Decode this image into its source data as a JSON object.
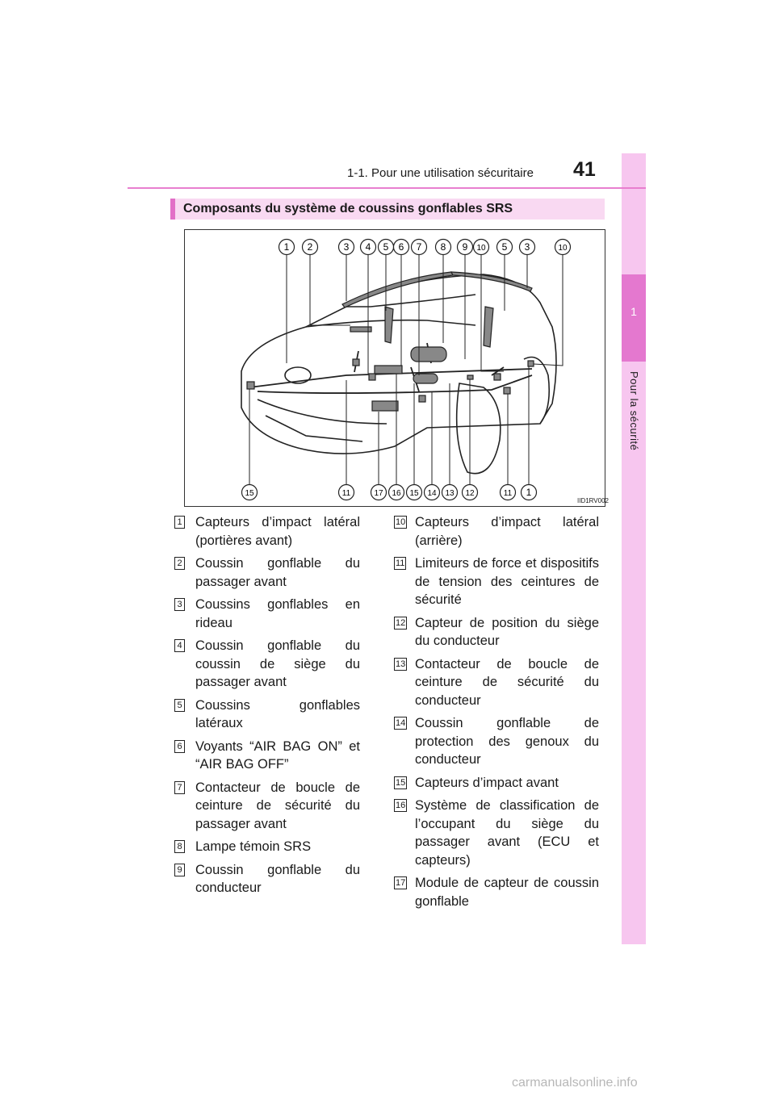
{
  "header": {
    "section_title": "1-1. Pour une utilisation sécuritaire",
    "page_number": "41"
  },
  "side_tab": {
    "chapter_number": "1",
    "chapter_title": "Pour la sécurité"
  },
  "section_heading": "Composants du système de coussins gonflables SRS",
  "figure": {
    "code": "IID1RV002",
    "top_callouts": [
      "1",
      "2",
      "3",
      "4",
      "5",
      "6",
      "7",
      "8",
      "9",
      "10",
      "5",
      "3",
      "10"
    ],
    "bottom_callouts": [
      "15",
      "11",
      "17",
      "16",
      "15",
      "14",
      "13",
      "12",
      "11",
      "1"
    ]
  },
  "legend_left": [
    {
      "num": "1",
      "text": "Capteurs d’impact latéral (portières avant)"
    },
    {
      "num": "2",
      "text": "Coussin gonflable du passager avant"
    },
    {
      "num": "3",
      "text": "Coussins gonflables en rideau"
    },
    {
      "num": "4",
      "text": "Coussin gonflable du coussin de siège du passager avant"
    },
    {
      "num": "5",
      "text": "Coussins gonflables latéraux"
    },
    {
      "num": "6",
      "text": "Voyants “AIR BAG ON” et “AIR BAG OFF”"
    },
    {
      "num": "7",
      "text": "Contacteur de boucle de ceinture de sécurité du passager avant"
    },
    {
      "num": "8",
      "text": "Lampe témoin SRS"
    },
    {
      "num": "9",
      "text": "Coussin gonflable du conducteur"
    }
  ],
  "legend_right": [
    {
      "num": "10",
      "text": "Capteurs d’impact latéral (arrière)"
    },
    {
      "num": "11",
      "text": "Limiteurs de force et dispositifs de tension des ceintures de sécurité"
    },
    {
      "num": "12",
      "text": "Capteur de position du siège du conducteur"
    },
    {
      "num": "13",
      "text": "Contacteur de boucle de ceinture de sécurité du conducteur"
    },
    {
      "num": "14",
      "text": "Coussin gonflable de protection des genoux du conducteur"
    },
    {
      "num": "15",
      "text": "Capteurs d’impact avant"
    },
    {
      "num": "16",
      "text": "Système de classification de l’occupant du siège du passager avant (ECU et capteurs)"
    },
    {
      "num": "17",
      "text": "Module de capteur de coussin gonflable"
    }
  ],
  "watermark": "carmanualsonline.info"
}
